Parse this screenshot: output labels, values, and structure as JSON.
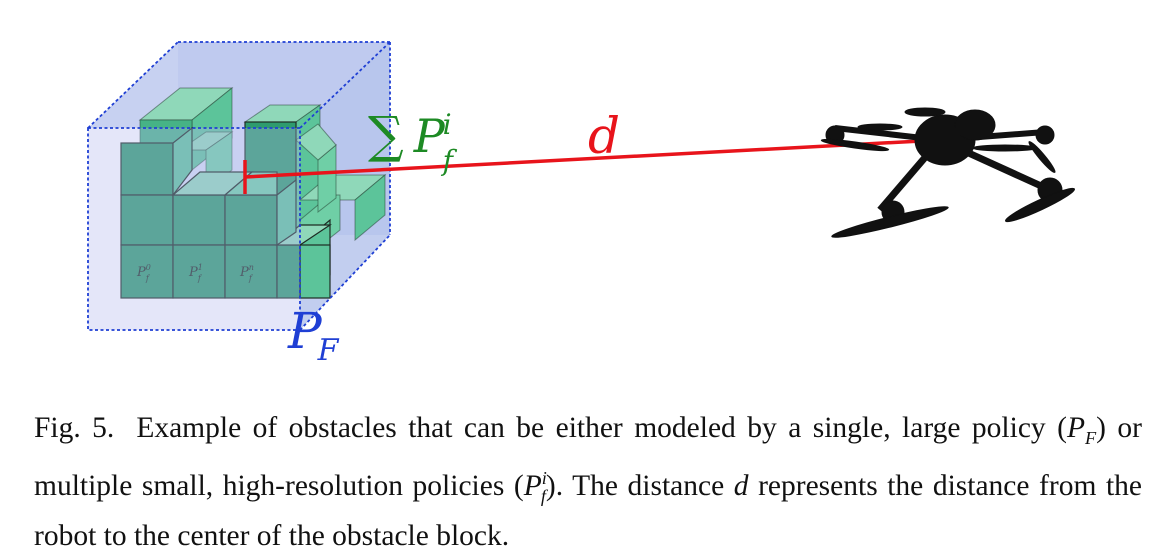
{
  "figure": {
    "labels": {
      "sum_symbol": "∑",
      "sum_policy_main": "P",
      "sum_policy_sub": "f",
      "sum_policy_sup": "i",
      "distance": "d",
      "large_policy_main": "P",
      "large_policy_sub": "F",
      "cell_p0_main": "P",
      "cell_p0_sub": "f",
      "cell_p0_sup": "0",
      "cell_p1_main": "P",
      "cell_p1_sub": "f",
      "cell_p1_sup": "1",
      "cell_pn_main": "P",
      "cell_pn_sub": "f",
      "cell_pn_sup": "n"
    },
    "colors": {
      "cube_fill": "#2e9b6e",
      "cube_side": "#5cc49a",
      "cube_top": "#8fd8b9",
      "bounding_box": "#1f3fd4",
      "bounding_fill": "#b9c3ee",
      "distance_line": "#e8141b",
      "sum_label": "#1d8a24",
      "large_policy_label": "#1f3fd4"
    }
  },
  "caption": {
    "fig_label": "Fig. 5.",
    "line1": "Example of obstacles that can be either modeled by a single, large",
    "line2_a": "policy (",
    "line2_pF_main": "P",
    "line2_pF_sub": "F",
    "line2_b": ") or multiple small, high-resolution policies (",
    "line2_pfi_main": "P",
    "line2_pfi_sub": "f",
    "line2_pfi_sup": "i",
    "line2_c": "). The distance",
    "line3_d": "d",
    "line3_rest": " represents the distance from the robot to the center of the obstacle block."
  }
}
